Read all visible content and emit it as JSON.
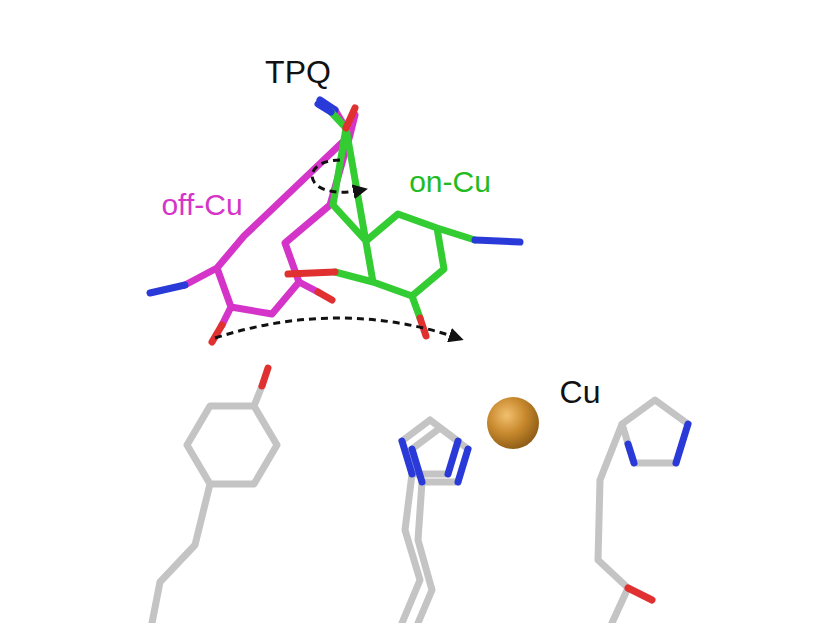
{
  "diagram": {
    "labels": [
      "TPQ",
      "off-Cu",
      "on-Cu",
      "Cu"
    ]
  }
}
